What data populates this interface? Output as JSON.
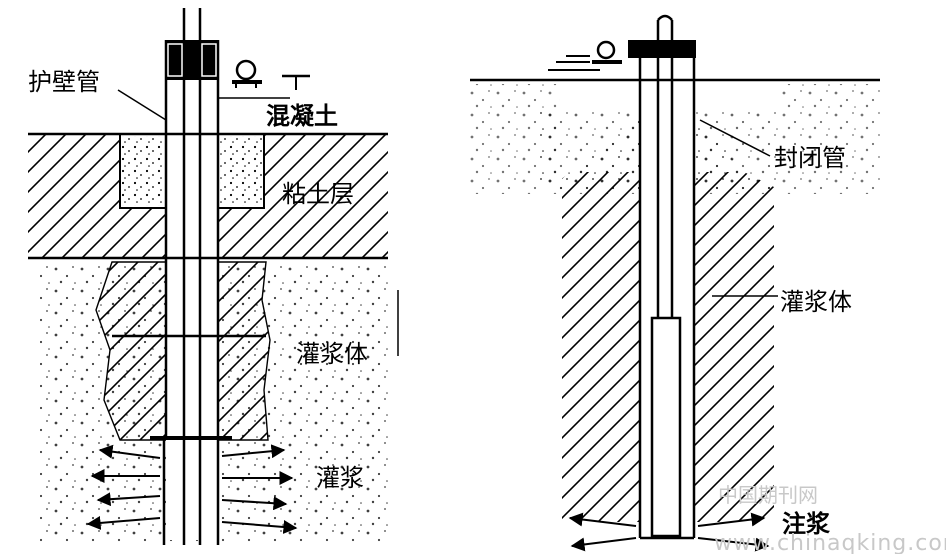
{
  "left_diagram": {
    "casing_label": "护壁管",
    "concrete_label": "混凝土",
    "clay_label": "粘土层",
    "grout_body_label": "灌浆体",
    "grouting_label": "灌浆"
  },
  "right_diagram": {
    "sealed_pipe_label": "封闭管",
    "grout_body_label": "灌浆体",
    "injection_label": "注浆"
  },
  "watermark": {
    "site_name": "中国期刊网",
    "url": "www.chinaqking.com"
  }
}
